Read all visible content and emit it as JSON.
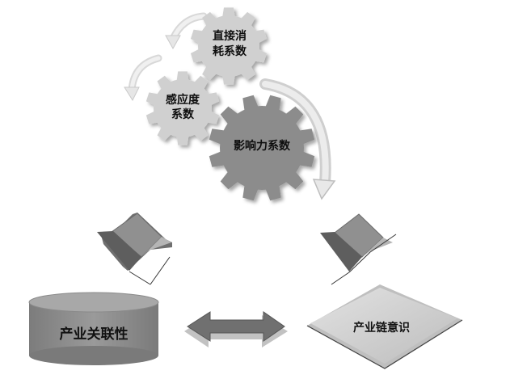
{
  "gears": {
    "direct": {
      "line1": "直接消",
      "line2": "耗系数"
    },
    "sensitivity": {
      "line1": "感应度",
      "line2": "系数"
    },
    "influence": {
      "label": "影响力系数"
    }
  },
  "database": {
    "label": "产业关联性"
  },
  "plane": {
    "label": "产业链意识"
  },
  "colors": {
    "gear_small": "#d0d0d0",
    "gear_large": "#8c8c8c",
    "arrow_fill": "#8a8a8a",
    "arrow_face": "#6e6e6e",
    "curve_arrow": "#e4e4e4",
    "database_fill": "#8f8f8f",
    "plane_fill": "#c9c9c9"
  }
}
